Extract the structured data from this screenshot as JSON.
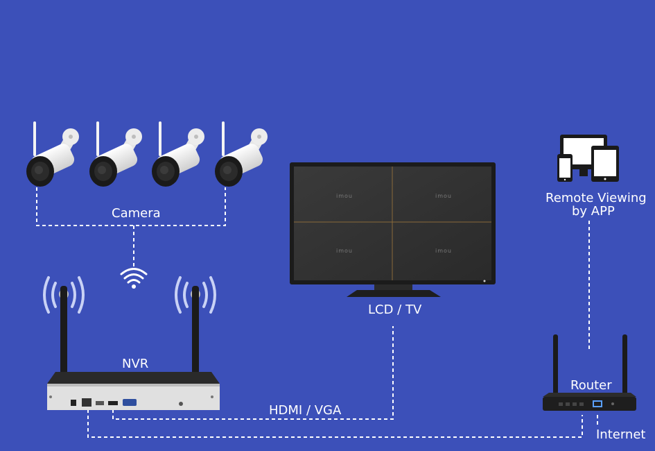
{
  "labels": {
    "camera": "Camera",
    "lcd_tv": "LCD / TV",
    "remote_viewing_line1": "Remote Viewing",
    "remote_viewing_line2": "by APP",
    "nvr": "NVR",
    "router": "Router",
    "hdmi_vga": "HDMI / VGA",
    "internet": "Internet"
  },
  "monitor": {
    "tile_logo": "imou"
  },
  "colors": {
    "background": "#3c50b9",
    "device_dark": "#1e1e1e",
    "camera_body": "#f2f2f2",
    "link_line": "#ffffff"
  },
  "icons": [
    "wifi-signal-icon",
    "phone-icon",
    "tablet-icon",
    "monitor-icon"
  ]
}
